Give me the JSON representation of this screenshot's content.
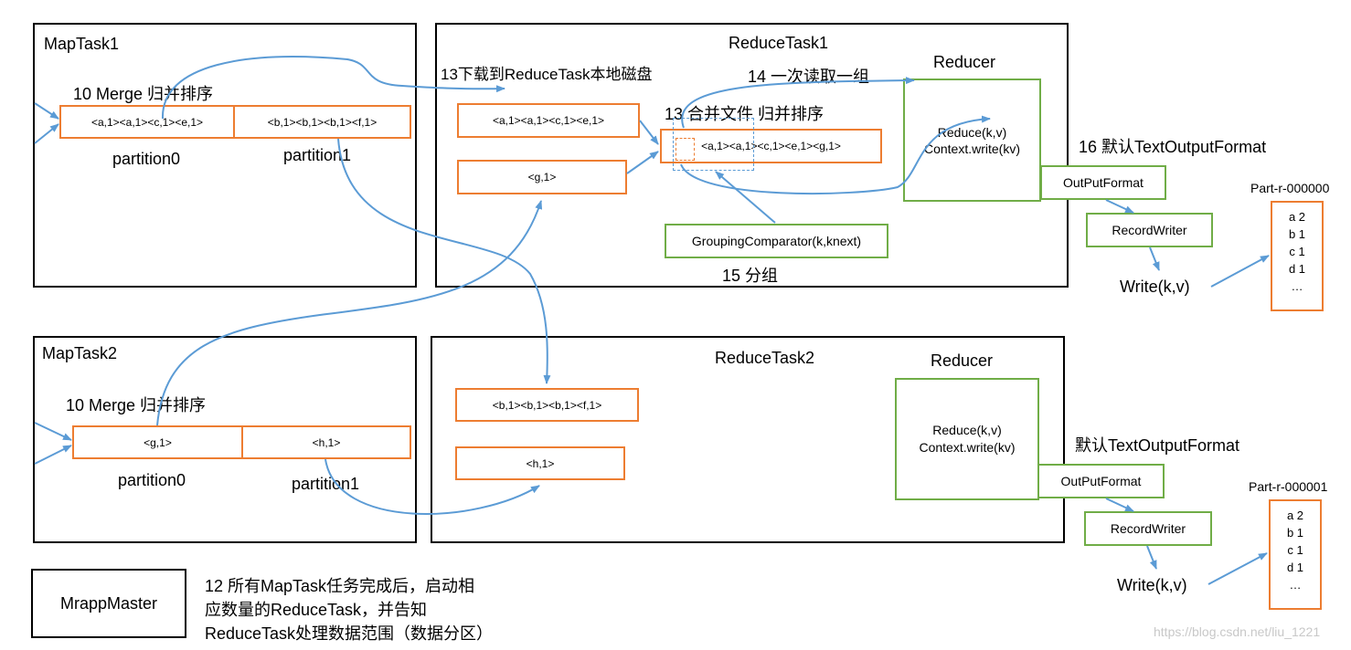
{
  "colors": {
    "orange": "#ED7D31",
    "green": "#70AD47",
    "blue": "#5B9BD5",
    "black": "#000000"
  },
  "maptask1": {
    "title": "MapTask1",
    "merge_label": "10 Merge 归并排序",
    "partition0": {
      "label": "partition0",
      "content": "<a,1><a,1><c,1><e,1>"
    },
    "partition1": {
      "label": "partition1",
      "content": "<b,1><b,1><b,1><f,1>"
    }
  },
  "maptask2": {
    "title": "MapTask2",
    "merge_label": "10 Merge 归并排序",
    "partition0": {
      "label": "partition0",
      "content": "<g,1>"
    },
    "partition1": {
      "label": "partition1",
      "content": "<h,1>"
    }
  },
  "reducetask1": {
    "title": "ReduceTask1",
    "download_label": "13下载到ReduceTask本地磁盘",
    "read_group_label": "14 一次读取一组",
    "merge_files_label": "13 合并文件 归并排序",
    "box_a": "<a,1><a,1><c,1><e,1>",
    "box_g": "<g,1>",
    "merged": "<a,1><a,1><c,1><e,1><g,1>",
    "grouping_comparator": "GroupingComparator(k,knext)",
    "group_label": "15 分组",
    "reducer": {
      "title": "Reducer",
      "reduce": "Reduce(k,v)",
      "context_write": "Context.write(kv)"
    },
    "output_format_label": "16 默认TextOutputFormat",
    "output_format": "OutPutFormat",
    "record_writer": "RecordWriter",
    "write": "Write(k,v)",
    "result_title": "Part-r-000000",
    "result_lines": [
      "a 2",
      "b 1",
      "c 1",
      "d 1",
      "…"
    ]
  },
  "reducetask2": {
    "title": "ReduceTask2",
    "box_b": "<b,1><b,1><b,1><f,1>",
    "box_h": "<h,1>",
    "reducer": {
      "title": "Reducer",
      "reduce": "Reduce(k,v)",
      "context_write": "Context.write(kv)"
    },
    "output_format_label": "默认TextOutputFormat",
    "output_format": "OutPutFormat",
    "record_writer": "RecordWriter",
    "write": "Write(k,v)",
    "result_title": "Part-r-000001",
    "result_lines": [
      "a 2",
      "b 1",
      "c 1",
      "d 1",
      "…"
    ]
  },
  "master": {
    "title": "MrappMaster",
    "note_lines": [
      "12 所有MapTask任务完成后，启动相",
      "应数量的ReduceTask，并告知",
      "ReduceTask处理数据范围（数据分区）"
    ]
  },
  "watermark": "https://blog.csdn.net/liu_1221"
}
